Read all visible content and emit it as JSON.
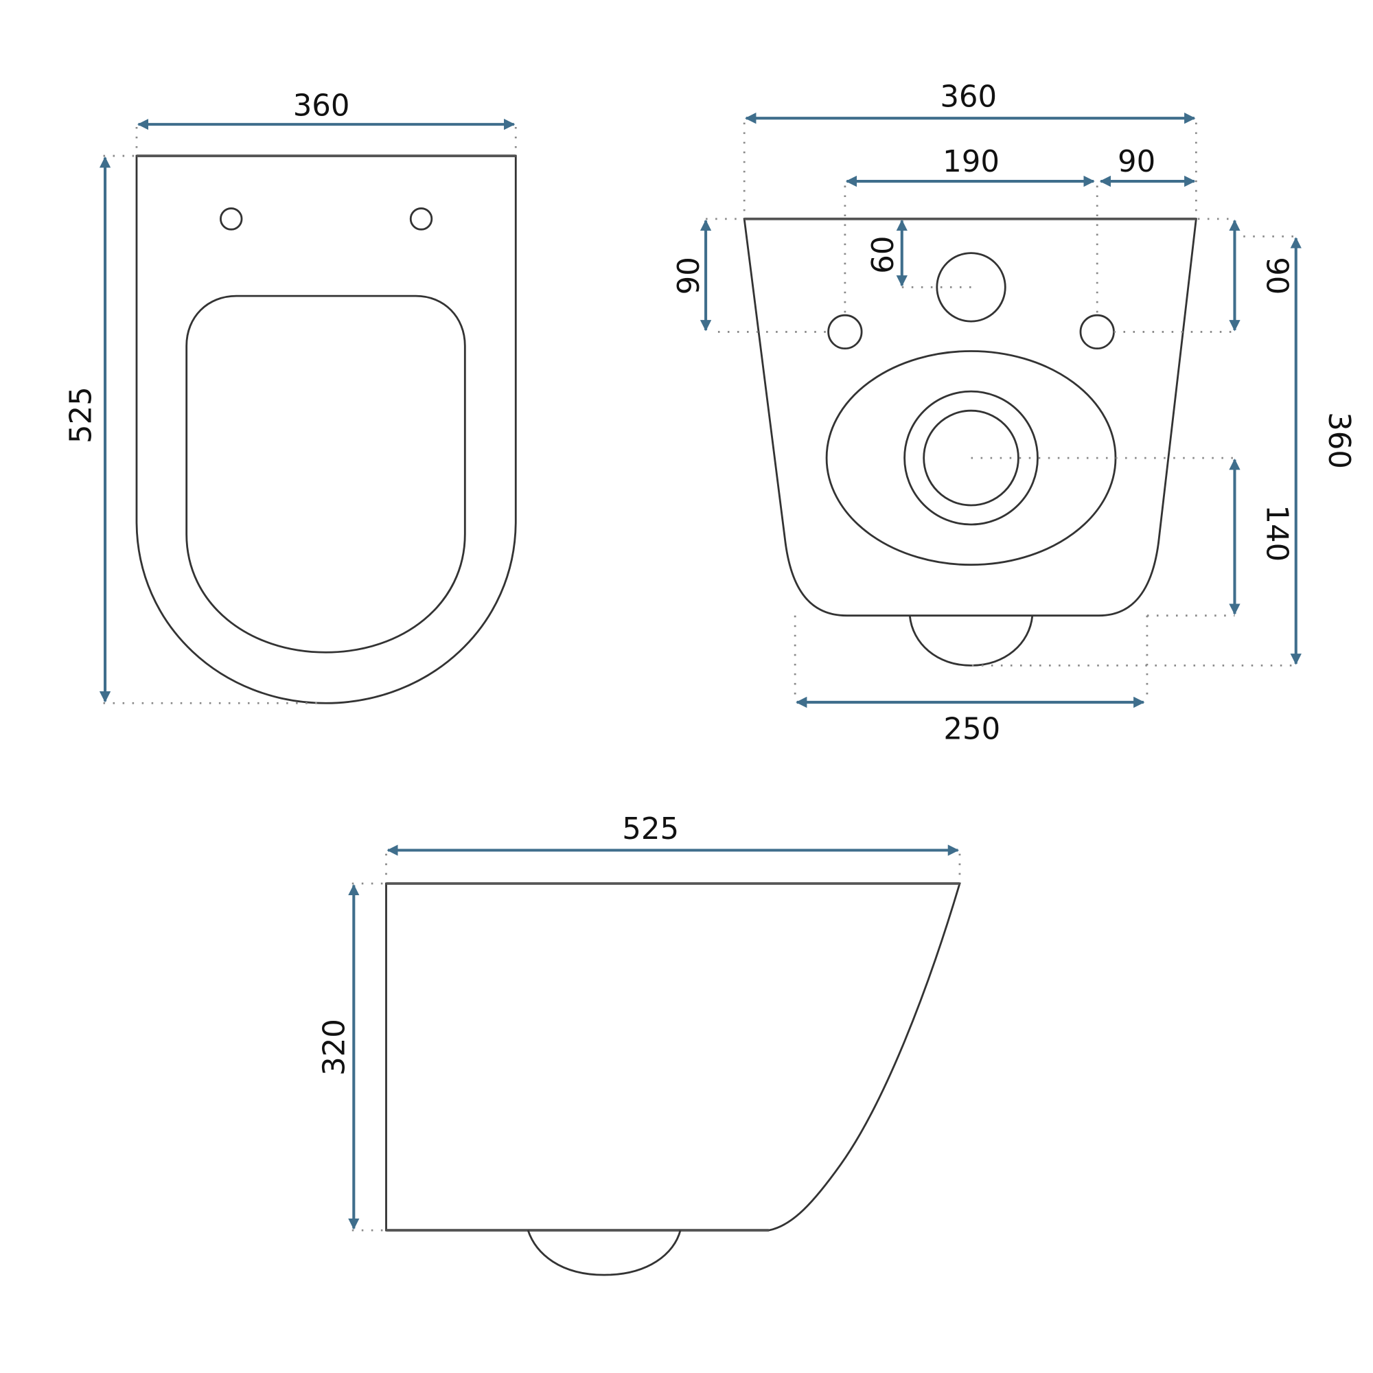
{
  "diagram": {
    "type": "technical-dimension-drawing",
    "subject": "wall-hung toilet",
    "units": "mm",
    "colors": {
      "dimension_lines": "#3f6e8c",
      "outline": "#333333",
      "extension_lines": "#8a8a8a",
      "background": "#ffffff"
    },
    "views": {
      "top": {
        "width_label": "360",
        "length_label": "525"
      },
      "rear": {
        "overall_width_label": "360",
        "bolt_spacing_label": "190",
        "bolt_to_edge_label": "90",
        "top_to_inlet_label": "60",
        "left_top_to_bolts_label": "90",
        "right_top_to_bolts_label": "90",
        "height_label": "360",
        "outlet_height_label": "140",
        "base_width_label": "250"
      },
      "side": {
        "length_label": "525",
        "height_label": "320"
      }
    }
  }
}
